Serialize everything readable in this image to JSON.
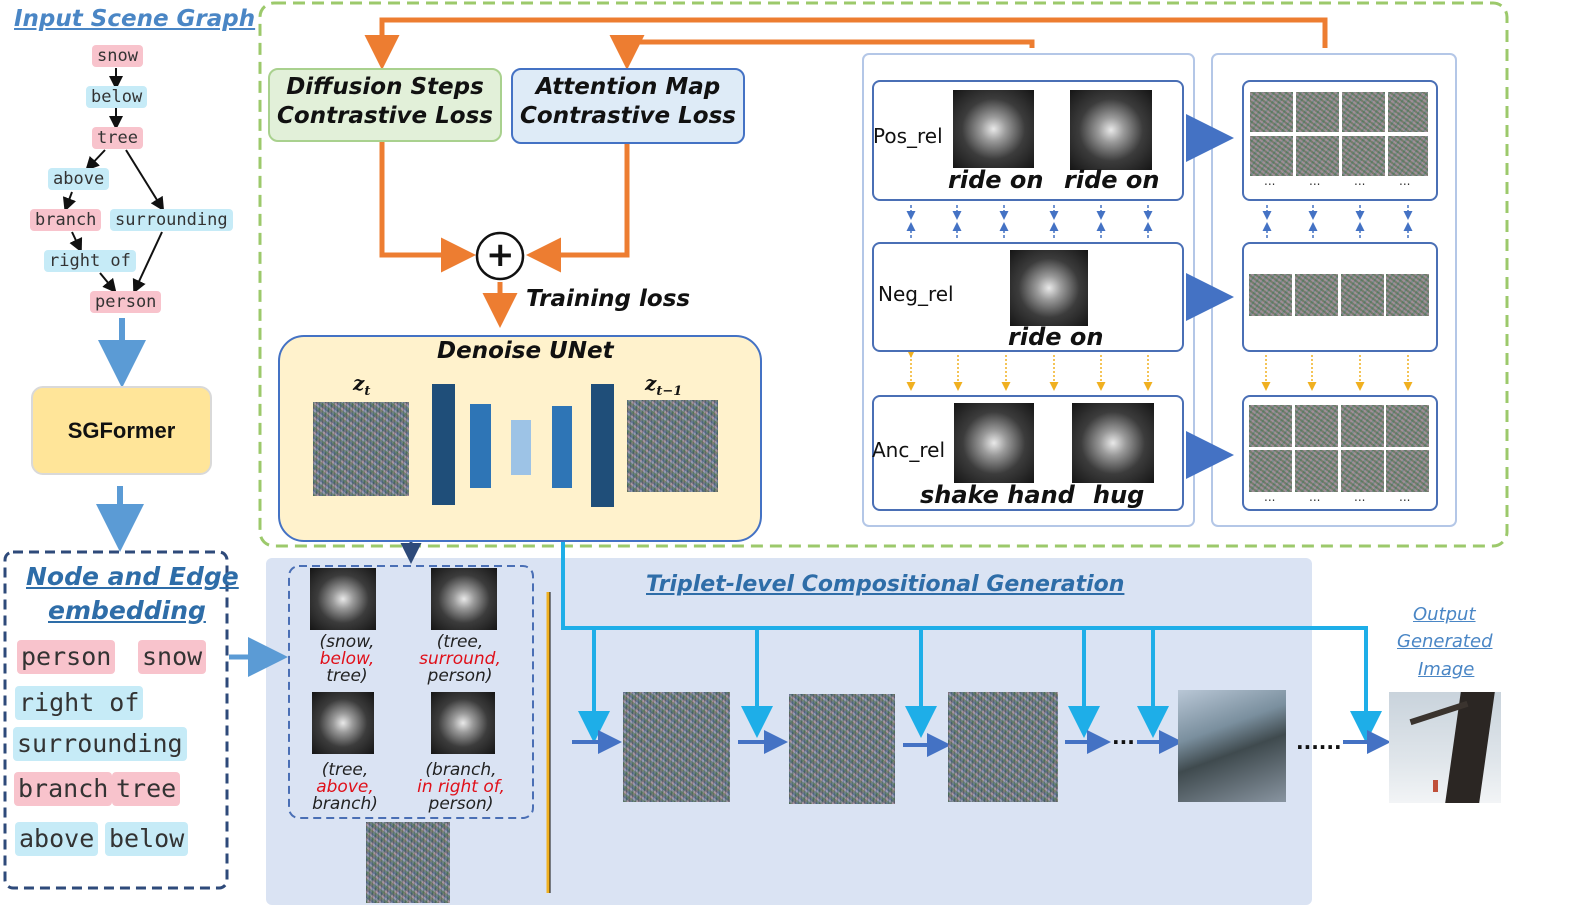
{
  "scene_graph": {
    "title": "Input Scene Graph",
    "nodes": {
      "snow": "snow",
      "below": "below",
      "tree": "tree",
      "above": "above",
      "branch": "branch",
      "surrounding": "surrounding",
      "right_of": "right of",
      "person": "person"
    }
  },
  "sgformer": {
    "label": "SGFormer"
  },
  "embedding": {
    "title_line1": "Node and Edge",
    "title_line2": "embedding",
    "tokens": [
      "person",
      "snow",
      "right of",
      "surrounding",
      "branch",
      "tree",
      "above",
      "below"
    ]
  },
  "losses": {
    "diffusion_line1": "Diffusion Steps",
    "diffusion_line2": "Contrastive Loss",
    "attention_line1": "Attention Map",
    "attention_line2": "Contrastive Loss",
    "training_loss": "Training loss",
    "plus": "+"
  },
  "unet": {
    "title": "Denoise UNet",
    "z_t": "z",
    "z_t_sub": "t",
    "z_t1": "z",
    "z_t1_sub": "t−1"
  },
  "relations": {
    "pos": {
      "name": "Pos_rel",
      "cap1": "ride on",
      "cap2": "ride on"
    },
    "neg": {
      "name": "Neg_rel",
      "cap1": "ride on"
    },
    "anc": {
      "name": "Anc_rel",
      "cap1": "shake hand",
      "cap2": "hug"
    },
    "ellipsis": "..."
  },
  "triplets": {
    "t1": {
      "a": "(snow,",
      "r": "below,",
      "b": "tree)"
    },
    "t2": {
      "a": "(tree,",
      "r": "surround,",
      "b": "person)"
    },
    "t3": {
      "a": "(tree,",
      "r": "above,",
      "b": "branch)"
    },
    "t4": {
      "a": "(branch,",
      "r": "in right of,",
      "b": "person)"
    }
  },
  "generation": {
    "title": "Triplet-level Compositional Generation",
    "dots1": "···",
    "dots2": "......",
    "output_line1": "Output",
    "output_line2": "Generated",
    "output_line3": "Image"
  },
  "colors": {
    "orange": "#ed7d31",
    "blue_arrow": "#5b9bd5",
    "cyan_arrow": "#1eaee8",
    "green_dash": "#9cc96b",
    "navy_dash": "#2e4a7a",
    "gen_bg": "#dae3f3"
  }
}
